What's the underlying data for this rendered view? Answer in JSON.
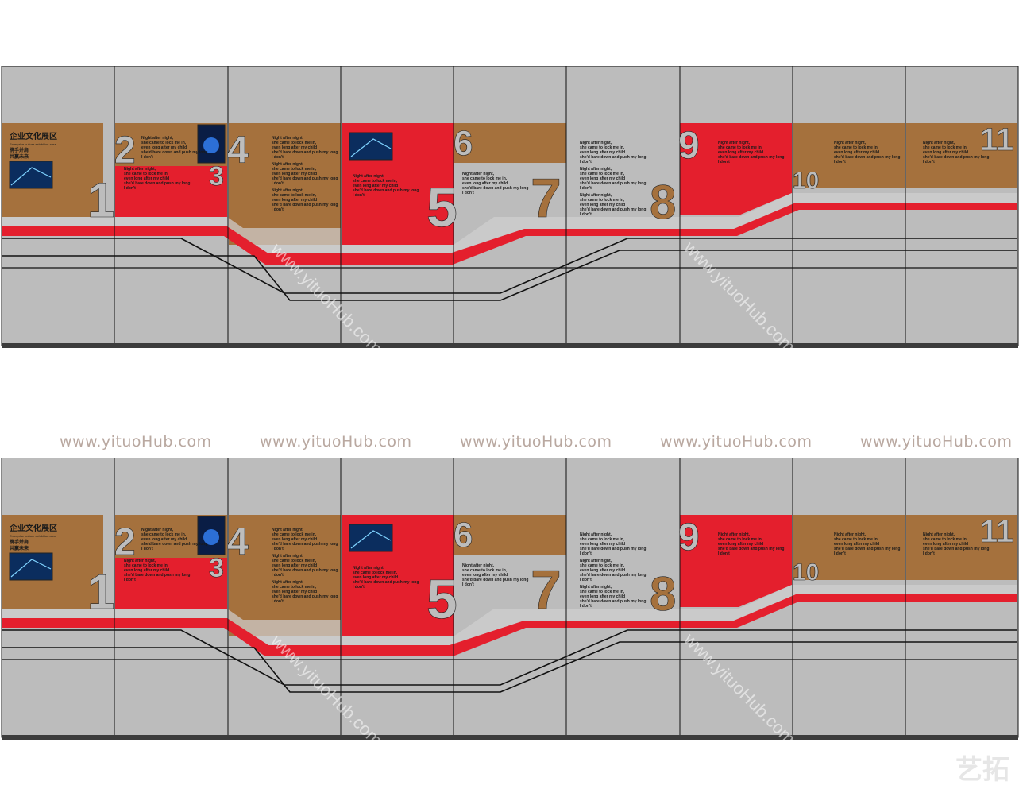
{
  "panel": {
    "title_cn": "企业文化展区",
    "subtitle_en": "Enterprise culture exhibition area",
    "slogan_line1": "携手并肩",
    "slogan_line2": "共赢未来"
  },
  "body_text": [
    "Night after night,",
    "she came to lock me in,",
    "even long after my child",
    "she'd bare down and push my long",
    "I don't"
  ],
  "numbers": [
    "1",
    "2",
    "3",
    "4",
    "5",
    "6",
    "7",
    "8",
    "9",
    "10",
    "11"
  ],
  "watermark": {
    "text": "www.yituoHub.com",
    "diagonal_text": "www.yituoHub.com"
  },
  "logo_text": "艺拓",
  "colors": {
    "wall_gray": "#bcbcbc",
    "brown": "#a5713d",
    "red": "#e41f2d",
    "number_gray": "#bdbdbd",
    "line": "#111111"
  }
}
